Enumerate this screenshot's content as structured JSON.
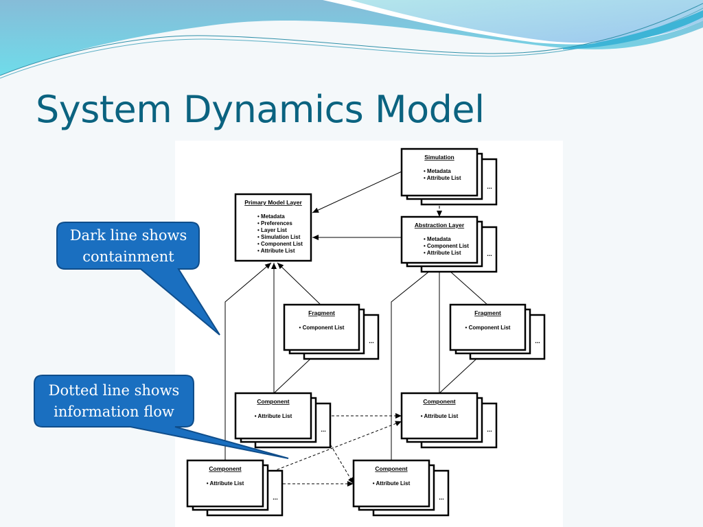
{
  "slide": {
    "title": "System Dynamics Model",
    "title_color": "#0b6380",
    "accent_color": "#1a6fc0"
  },
  "callouts": [
    {
      "id": "containment",
      "lines": [
        "Dark line shows",
        "containment"
      ]
    },
    {
      "id": "info-flow",
      "lines": [
        "Dotted line shows",
        "information flow"
      ]
    }
  ],
  "diagram": {
    "nodes": [
      {
        "id": "simulation",
        "title": "Simulation",
        "items": [
          "Metadata",
          "Attribute List"
        ],
        "stacked": true,
        "ellipsis": "..."
      },
      {
        "id": "primary-model-layer",
        "title": "Primary Model Layer",
        "items": [
          "Metadata",
          "Preferences",
          "Layer List",
          "Simulation List",
          "Component List",
          "Attribute List"
        ],
        "stacked": false
      },
      {
        "id": "abstraction-layer",
        "title": "Abstraction Layer",
        "items": [
          "Metadata",
          "Component List",
          "Attribute List"
        ],
        "stacked": true,
        "ellipsis": "..."
      },
      {
        "id": "fragment-left",
        "title": "Fragment",
        "items": [
          "Component List"
        ],
        "stacked": true,
        "ellipsis": "..."
      },
      {
        "id": "fragment-right",
        "title": "Fragment",
        "items": [
          "Component List"
        ],
        "stacked": true,
        "ellipsis": "..."
      },
      {
        "id": "component-mid-left",
        "title": "Component",
        "items": [
          "Attribute List"
        ],
        "stacked": true,
        "ellipsis": "..."
      },
      {
        "id": "component-mid-right",
        "title": "Component",
        "items": [
          "Attribute List"
        ],
        "stacked": true,
        "ellipsis": "..."
      },
      {
        "id": "component-bottom-left",
        "title": "Component",
        "items": [
          "Attribute List"
        ],
        "stacked": true,
        "ellipsis": "..."
      },
      {
        "id": "component-bottom-right",
        "title": "Component",
        "items": [
          "Attribute List"
        ],
        "stacked": true,
        "ellipsis": "..."
      }
    ],
    "edges": [
      {
        "from": "simulation",
        "to": "primary-model-layer",
        "style": "solid"
      },
      {
        "from": "abstraction-layer",
        "to": "primary-model-layer",
        "style": "solid"
      },
      {
        "from": "simulation",
        "to": "abstraction-layer",
        "style": "dashed"
      },
      {
        "from": "component-bottom-left",
        "to": "primary-model-layer",
        "style": "solid"
      },
      {
        "from": "component-mid-left",
        "to": "primary-model-layer",
        "style": "solid"
      },
      {
        "from": "fragment-left",
        "to": "primary-model-layer",
        "style": "solid"
      },
      {
        "from": "component-mid-left",
        "to": "fragment-left",
        "style": "solid"
      },
      {
        "from": "component-bottom-right",
        "to": "abstraction-layer",
        "style": "solid"
      },
      {
        "from": "component-mid-right",
        "to": "abstraction-layer",
        "style": "solid"
      },
      {
        "from": "fragment-right",
        "to": "abstraction-layer",
        "style": "solid"
      },
      {
        "from": "component-mid-right",
        "to": "fragment-right",
        "style": "solid"
      },
      {
        "from": "component-mid-left",
        "to": "component-mid-right",
        "style": "dashed"
      },
      {
        "from": "component-mid-left",
        "to": "component-bottom-right",
        "style": "dashed"
      },
      {
        "from": "component-bottom-left",
        "to": "component-mid-right",
        "style": "dashed"
      },
      {
        "from": "component-bottom-left",
        "to": "component-bottom-right",
        "style": "dashed"
      }
    ]
  }
}
